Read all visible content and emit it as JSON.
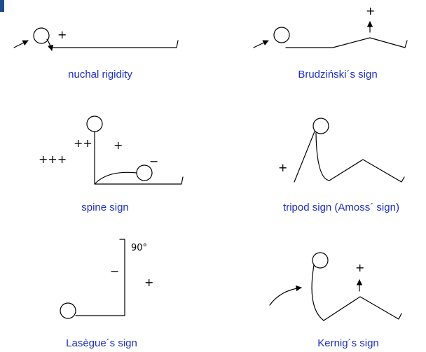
{
  "panels": [
    {
      "caption": "nuchal rigidity",
      "marks": [
        "+"
      ]
    },
    {
      "caption": "Brudziński´s sign",
      "marks": [
        "+"
      ]
    },
    {
      "caption": "spine sign",
      "marks": [
        "+++",
        "++",
        "+",
        "−"
      ]
    },
    {
      "caption": "tripod sign (Amoss´ sign)",
      "marks": [
        "+"
      ]
    },
    {
      "caption": "Lasègue´s sign",
      "marks": [
        "90°",
        "−",
        "+"
      ]
    },
    {
      "caption": "Kernig´s sign",
      "marks": [
        "+"
      ]
    }
  ]
}
